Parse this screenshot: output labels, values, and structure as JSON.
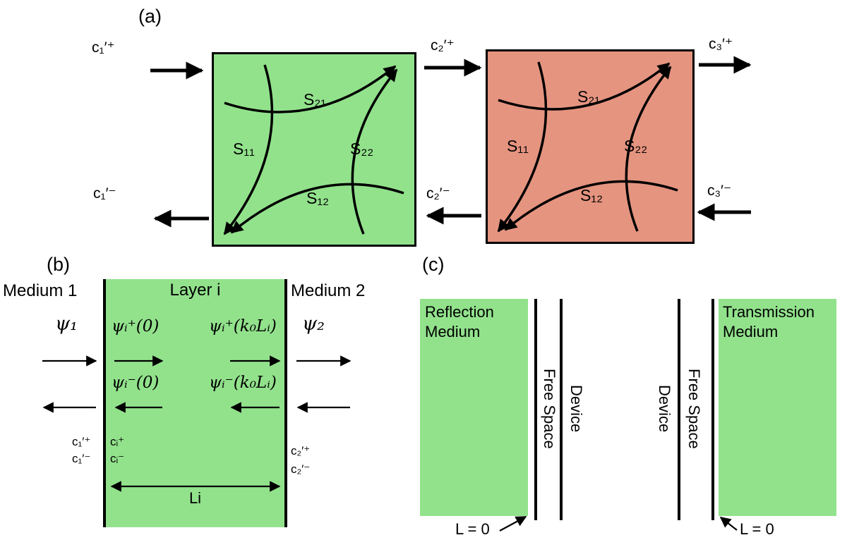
{
  "colors": {
    "green": "#92e28c",
    "salmon": "#e59480",
    "stroke": "#000000"
  },
  "panel_a": {
    "label": "(a)",
    "ports_top": [
      "c₁′⁺",
      "c₂′⁺",
      "c₃′⁺"
    ],
    "ports_bottom": [
      "c₁′⁻",
      "c₂′⁻",
      "c₃′⁻"
    ],
    "s_labels": {
      "s21": "S₂₁",
      "s11": "S₁₁",
      "s22": "S₂₂",
      "s12": "S₁₂"
    }
  },
  "panel_b": {
    "label": "(b)",
    "medium1": "Medium 1",
    "layer": "Layer i",
    "medium2": "Medium 2",
    "psi1": "ψ₁",
    "psi2": "ψ₂",
    "psi_i_plus_0": "ψᵢ⁺(0)",
    "psi_i_plus_L": "ψᵢ⁺(k₀Lᵢ)",
    "psi_i_minus_0": "ψᵢ⁻(0)",
    "psi_i_minus_L": "ψᵢ⁻(k₀Lᵢ)",
    "c1_plus": "c₁′⁺",
    "c1_minus": "c₁′⁻",
    "ci_plus": "cᵢ⁺",
    "ci_minus": "cᵢ⁻",
    "c2_plus": "c₂′⁺",
    "c2_minus": "c₂′⁻",
    "length_label": "Li"
  },
  "panel_c": {
    "label": "(c)",
    "reflection_medium": "Reflection Medium",
    "transmission_medium": "Transmission Medium",
    "free_space": "Free Space",
    "device": "Device",
    "l_zero": "L = 0"
  }
}
